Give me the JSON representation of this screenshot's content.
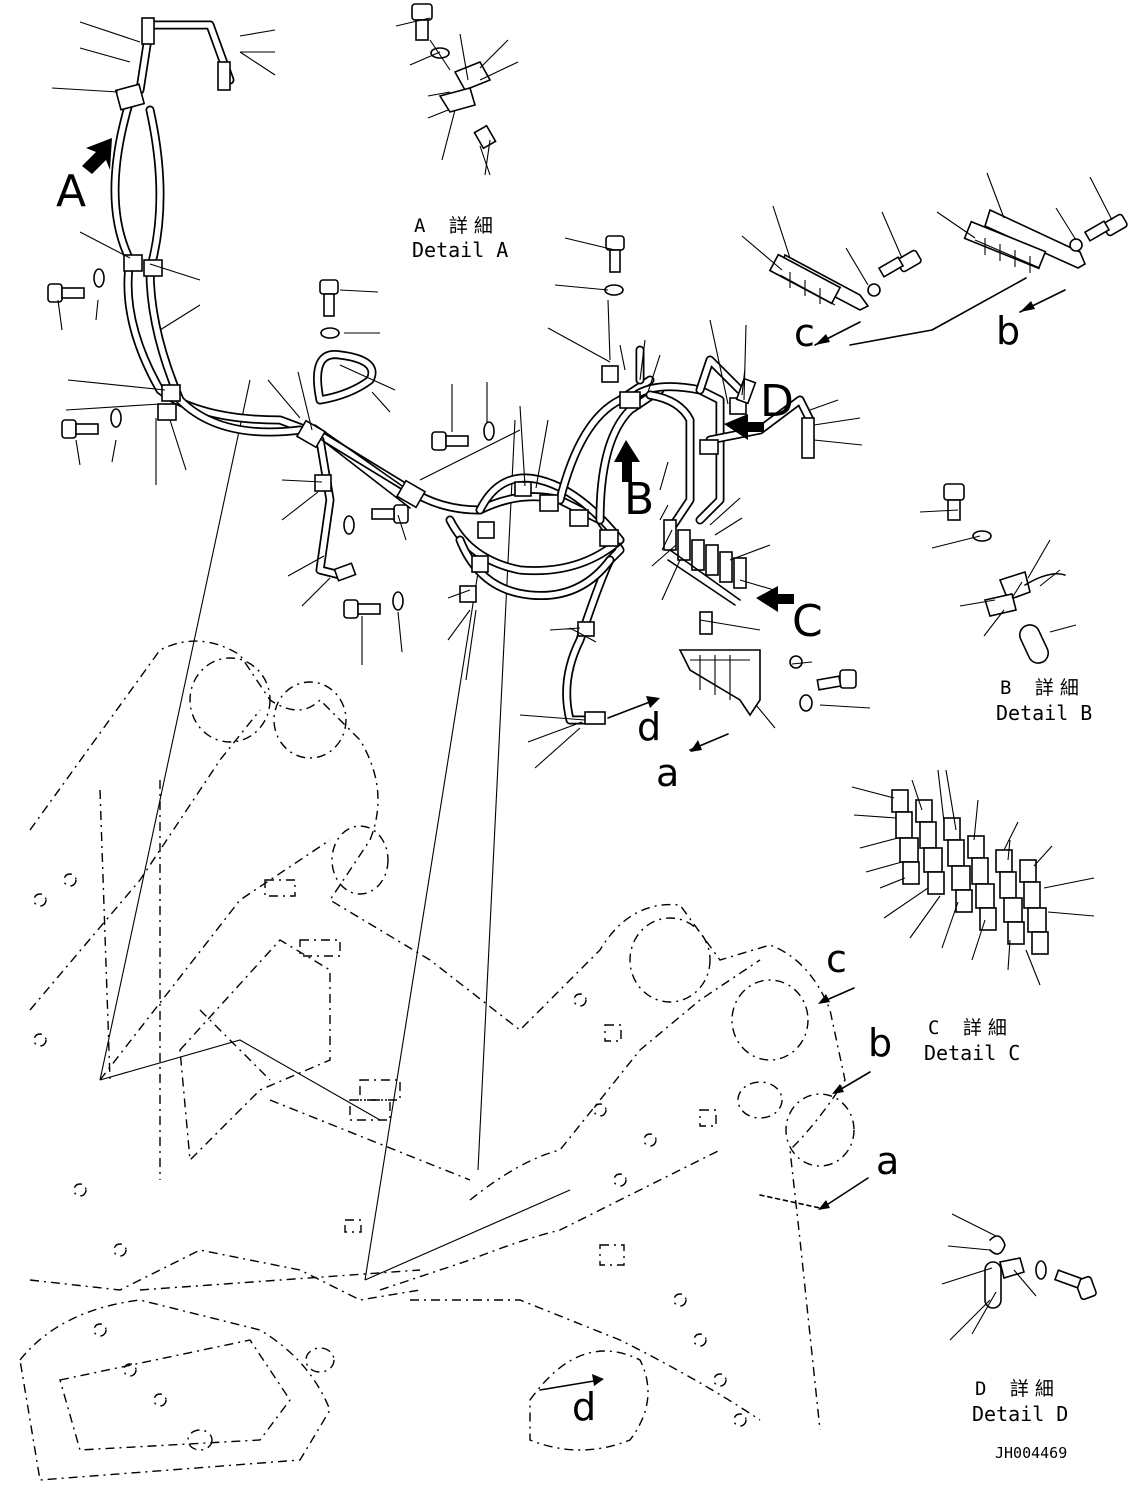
{
  "views": {
    "A": "A",
    "B": "B",
    "C": "C",
    "D": "D"
  },
  "refs": {
    "a": "a",
    "b": "b",
    "c": "c",
    "d": "d"
  },
  "details": {
    "A": {
      "jp": "A 詳細",
      "en": "Detail A"
    },
    "B": {
      "jp": "B 詳細",
      "en": "Detail B"
    },
    "C": {
      "jp": "C 詳細",
      "en": "Detail C"
    },
    "D": {
      "jp": "D 詳細",
      "en": "Detail D"
    }
  },
  "drawing_code": "JH004469"
}
